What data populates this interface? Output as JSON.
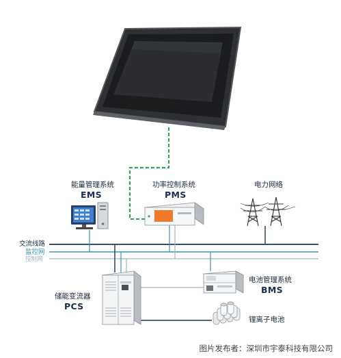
{
  "components": {
    "ems": {
      "name_cn": "能量管理系统",
      "name_en": "EMS"
    },
    "pms": {
      "name_cn": "功率控制系统",
      "name_en": "PMS"
    },
    "grid": {
      "name_cn": "电力网络"
    },
    "pcs": {
      "name_cn": "储能变流器",
      "name_en": "PCS"
    },
    "bms": {
      "name_cn": "电池管理系统",
      "name_en": "BMS"
    },
    "battery": {
      "name_cn": "锂离子电池"
    }
  },
  "buses": {
    "ac_line": {
      "label": "交流线路",
      "color": "#1f3550"
    },
    "monitor_net": {
      "label": "监控网",
      "color": "#3d8fb3"
    },
    "control_net": {
      "label": "控制网",
      "color": "#9fb4c2"
    }
  },
  "link_color": "#2ea357",
  "credit": "图片发布者：深圳市宇泰科技有限公司"
}
